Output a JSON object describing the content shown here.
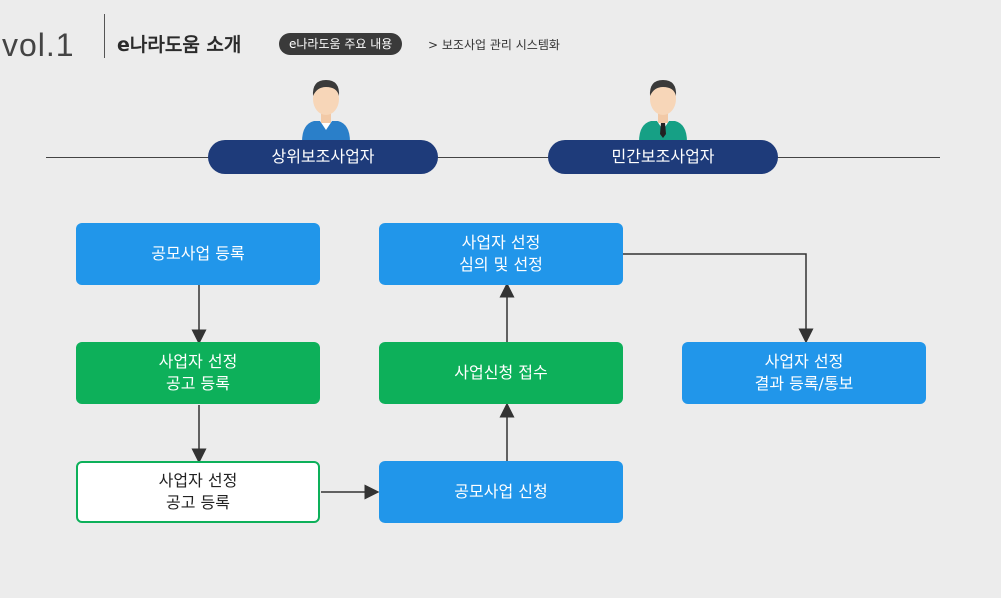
{
  "header": {
    "vol": "vol.1",
    "title": "e나라도움 소개",
    "pill": "e나라도움 주요 내용",
    "breadcrumb": "> 보조사업 관리 시스템화"
  },
  "roles": {
    "left": "상위보조사업자",
    "right": "민간보조사업자"
  },
  "boxes": {
    "register": "공모사업 등록",
    "notice_green": [
      "사업자 선정",
      "공고 등록"
    ],
    "notice_white": [
      "사업자 선정",
      "공고 등록"
    ],
    "apply": "공모사업 신청",
    "receive": "사업신청 접수",
    "review": [
      "사업자 선정",
      "심의 및 선정"
    ],
    "result": [
      "사업자 선정",
      "결과 등록/통보"
    ]
  },
  "colors": {
    "blue": "#2196ea",
    "green": "#0db05a",
    "navy": "#1e3b7a"
  }
}
